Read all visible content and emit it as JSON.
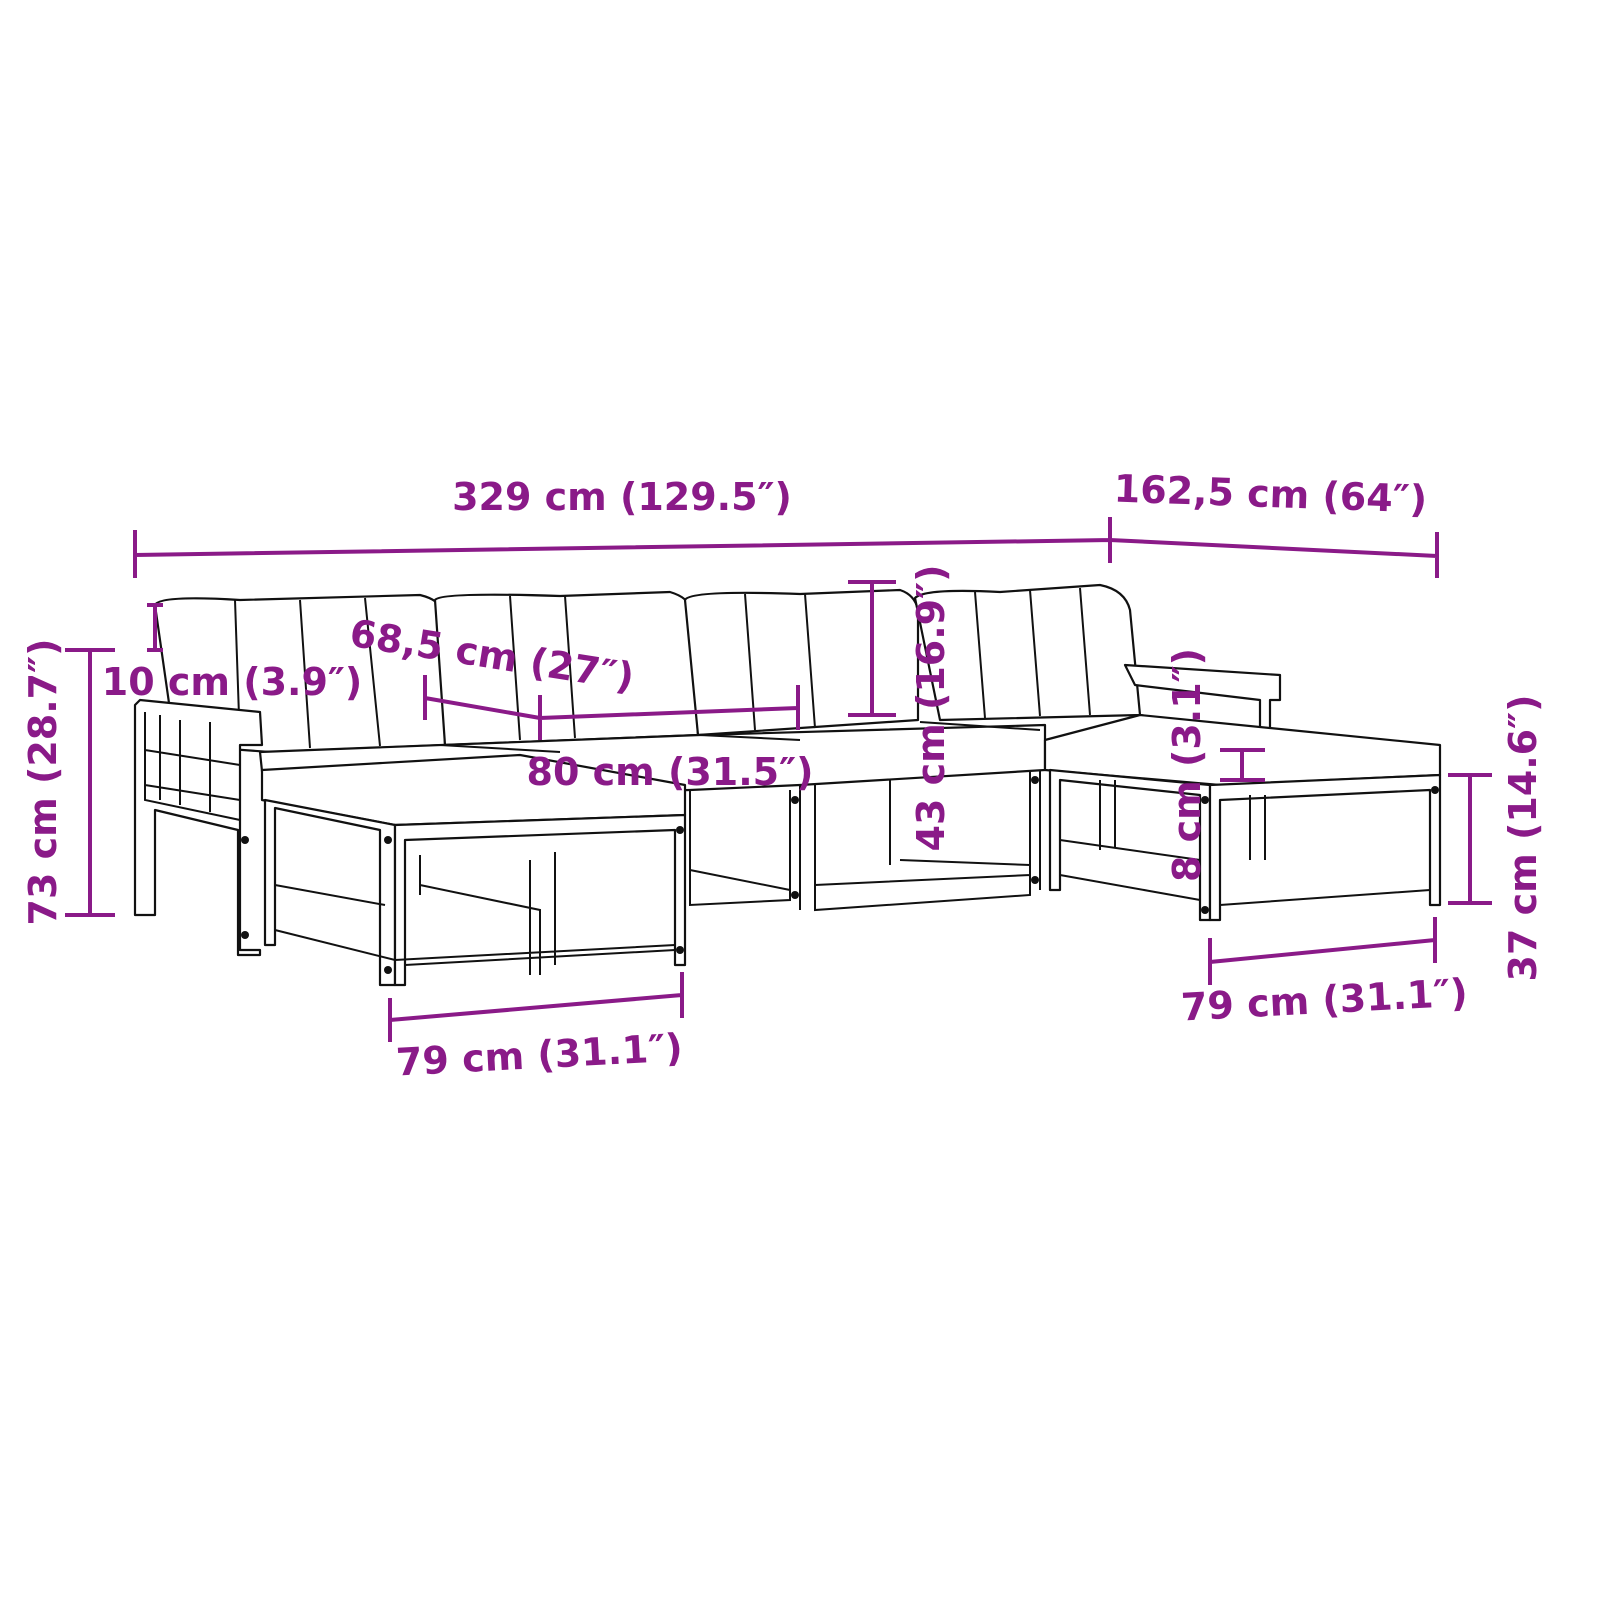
{
  "accent_color": "#8a1a88",
  "dimensions": {
    "total_width": "329 cm (129.5″)",
    "chaise_width": "162,5 cm (64″)",
    "total_height": "73 cm (28.7″)",
    "armrest_height": "10 cm (3.9″)",
    "seat_depth": "68,5 cm (27″)",
    "module_width": "80 cm (31.5″)",
    "backrest_height": "43 cm (16.9″)",
    "cushion_thickness": "8 cm (3.1″)",
    "footstool_height": "37 cm (14.6″)",
    "footstool_left_width": "79 cm (31.1″)",
    "footstool_right_width": "79 cm (31.1″)"
  }
}
